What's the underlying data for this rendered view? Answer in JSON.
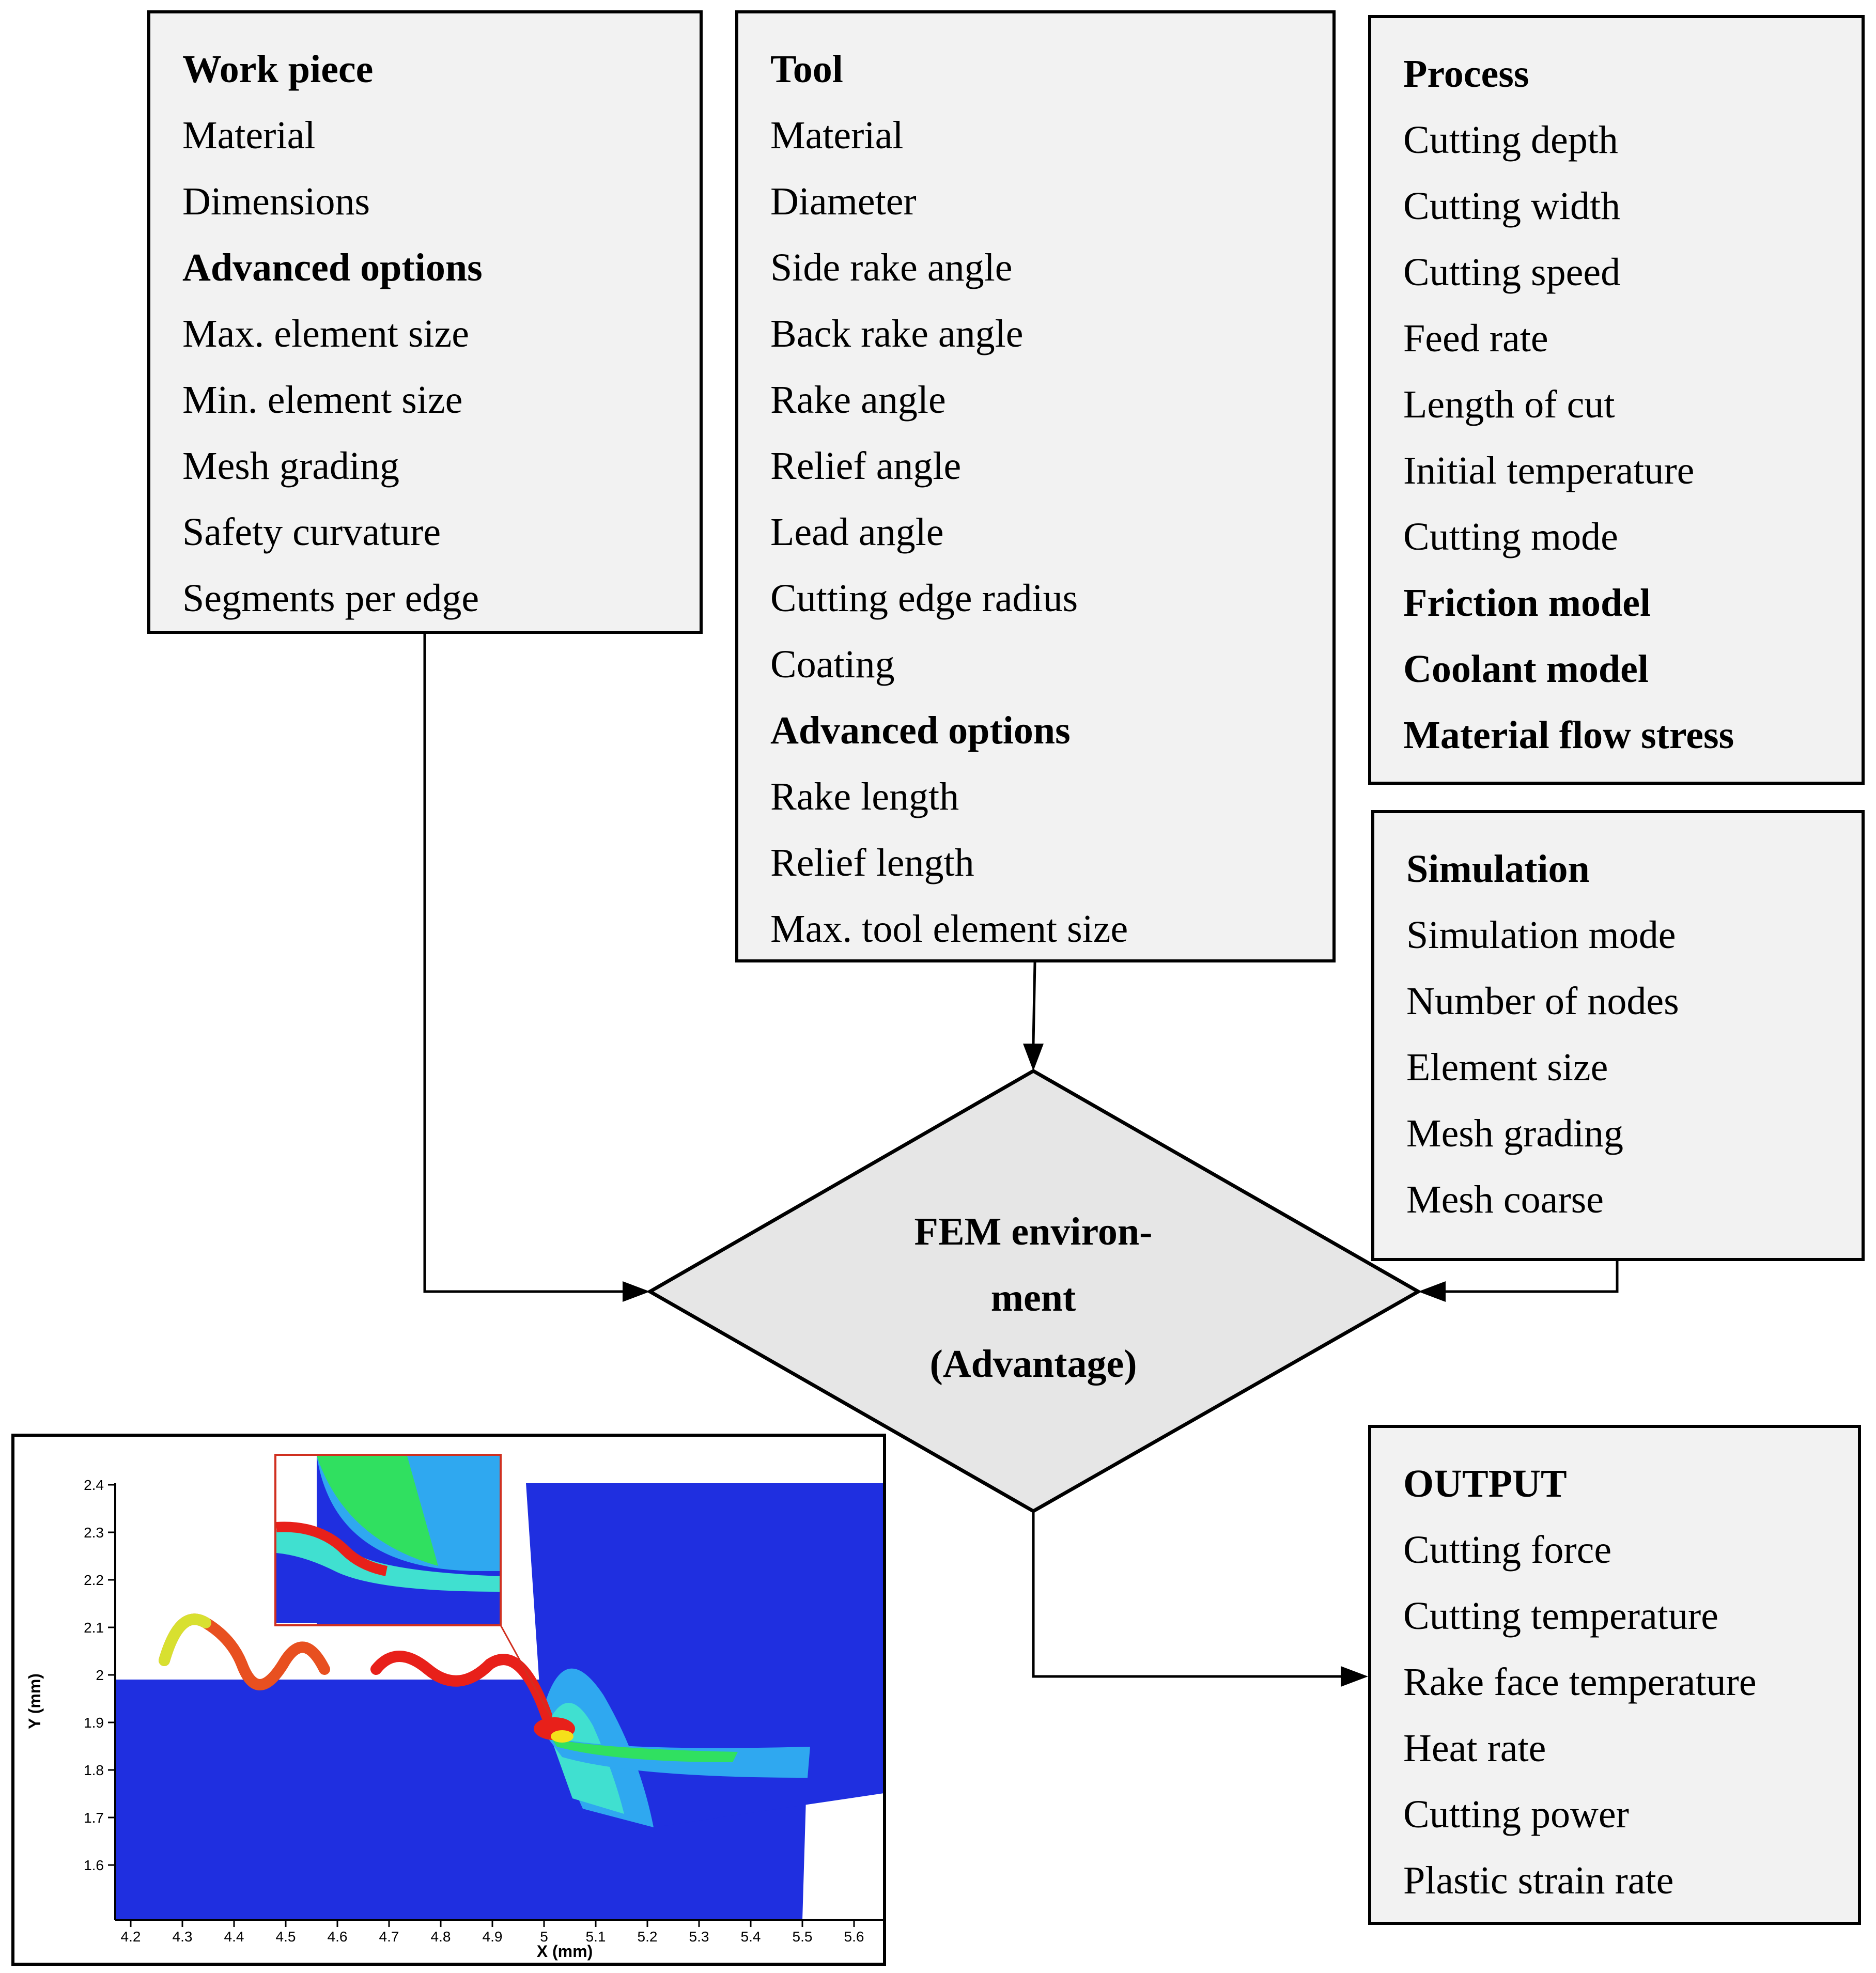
{
  "workpiece": {
    "items": [
      "Work piece",
      "Material",
      "Dimensions",
      "Advanced options",
      "Max. element size",
      "Min. element size",
      "Mesh grading",
      "Safety curvature",
      "Segments per edge"
    ],
    "bold": [
      0,
      3
    ]
  },
  "tool": {
    "items": [
      "Tool",
      "Material",
      "Diameter",
      "Side rake angle",
      "Back rake angle",
      "Rake angle",
      "Relief angle",
      "Lead angle",
      "Cutting edge radius",
      "Coating",
      "Advanced options",
      "Rake length",
      "Relief length",
      "Max. tool element size"
    ],
    "bold": [
      0,
      10
    ]
  },
  "process": {
    "items": [
      "Process",
      "Cutting depth",
      "Cutting width",
      "Cutting speed",
      "Feed rate",
      "Length of cut",
      "Initial temperature",
      "Cutting mode",
      "Friction model",
      "Coolant model",
      "Material flow stress"
    ],
    "bold": [
      0,
      8,
      9,
      10
    ]
  },
  "simulation": {
    "items": [
      "Simulation",
      "Simulation mode",
      "Number of nodes",
      "Element size",
      "Mesh grading",
      "Mesh coarse"
    ],
    "bold": [
      0
    ]
  },
  "output": {
    "items": [
      "OUTPUT",
      "Cutting force",
      "Cutting temperature",
      "Rake face temperature",
      "Heat rate",
      "Cutting power",
      "Plastic strain rate"
    ],
    "bold": [
      0
    ]
  },
  "center": {
    "lines": [
      "FEM environ-",
      "ment",
      "(Advantage)"
    ]
  },
  "simulation_plot": {
    "x_ticks": [
      "4.2",
      "4.3",
      "4.4",
      "4.5",
      "4.6",
      "4.7",
      "4.8",
      "4.9",
      "5",
      "5.1",
      "5.2",
      "5.3",
      "5.4",
      "5.5",
      "5.6"
    ],
    "y_ticks": [
      "2.4",
      "2.3",
      "2.2",
      "2.1",
      "2",
      "1.9",
      "1.8",
      "1.7",
      "1.6"
    ],
    "x_label": "X (mm)",
    "y_label": "Y (mm)",
    "colors": {
      "mesh": "#1f2fe0",
      "hot": "#e8201a",
      "warm": "#f5e01a",
      "mid": "#30e060"
    }
  }
}
